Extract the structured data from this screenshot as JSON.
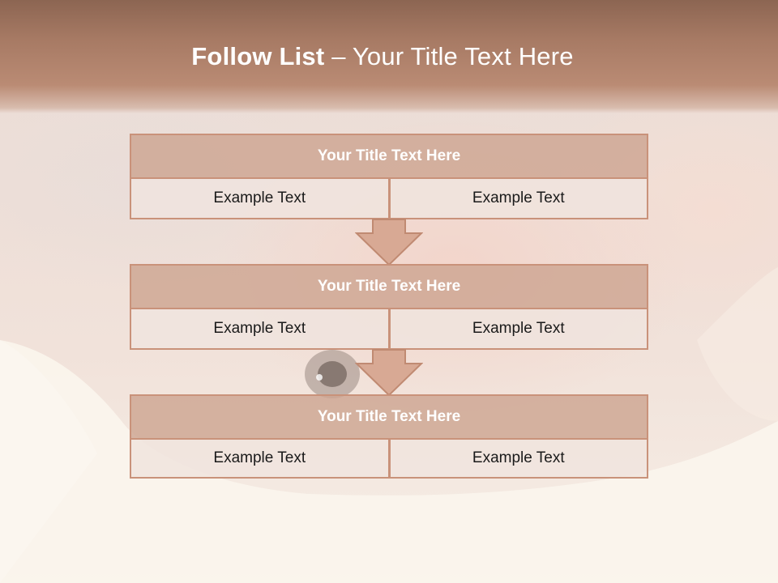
{
  "slide": {
    "title_bold": "Follow List",
    "title_rest": " – Your Title Text Here"
  },
  "blocks": [
    {
      "title": "Your Title Text Here",
      "left": "Example Text",
      "right": "Example Text"
    },
    {
      "title": "Your Title Text Here",
      "left": "Example Text",
      "right": "Example Text"
    },
    {
      "title": "Your Title Text Here",
      "left": "Example Text",
      "right": "Example Text"
    }
  ],
  "colors": {
    "header": "#a77a64",
    "block_title_fill": "#cda591",
    "border": "#c9927a",
    "cell_fill": "#f0e4de",
    "arrow_fill": "#d8a994"
  }
}
